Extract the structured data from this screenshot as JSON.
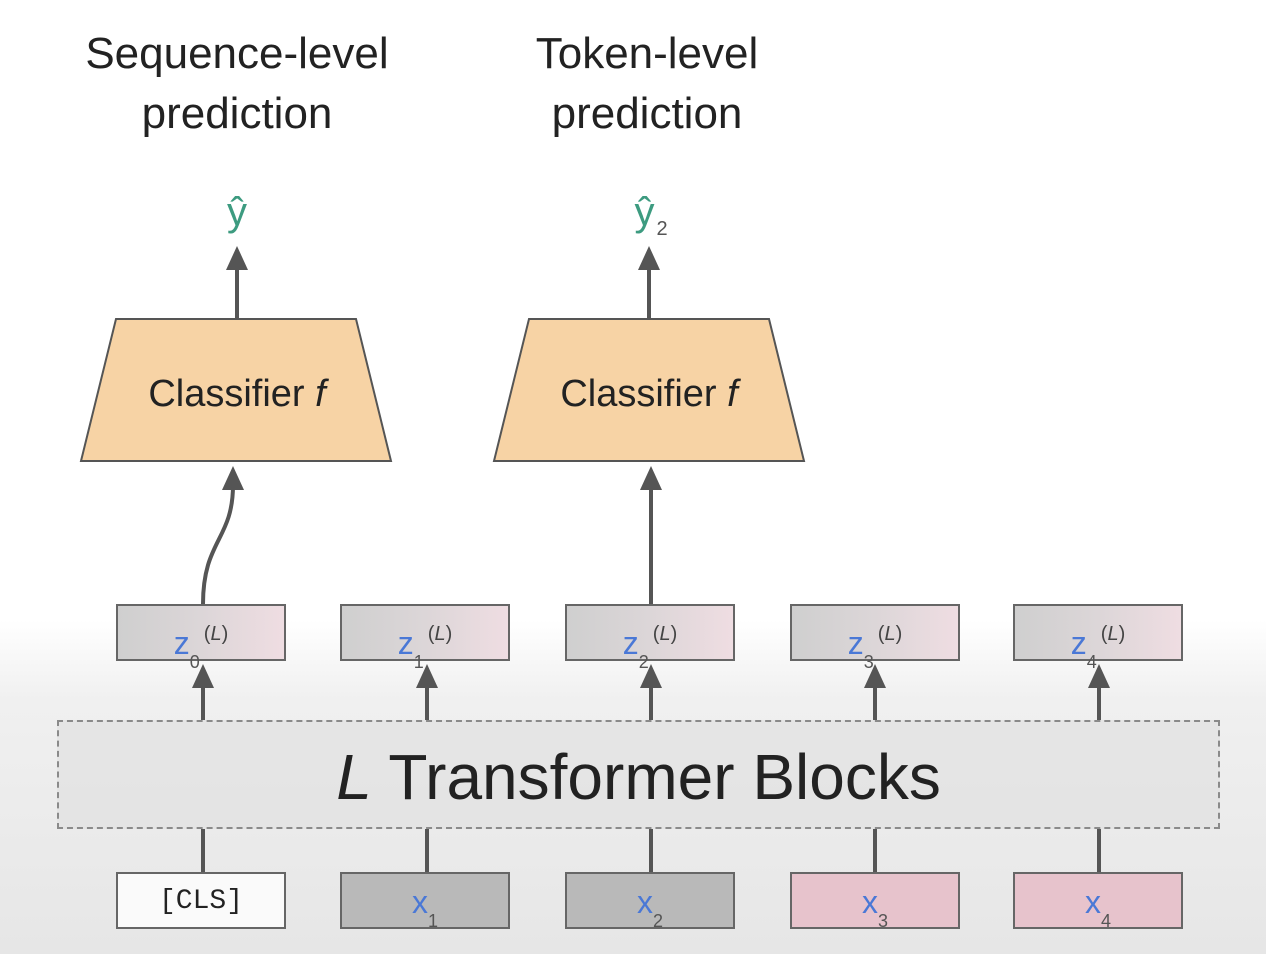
{
  "headings": {
    "sequence_line1": "Sequence-level",
    "sequence_line2": "prediction",
    "token_line1": "Token-level",
    "token_line2": "prediction"
  },
  "outputs": {
    "sequence": "ŷ",
    "token": "ŷ",
    "token_sub": "2"
  },
  "classifiers": [
    {
      "label": "Classifier ",
      "italic": "f"
    },
    {
      "label": "Classifier ",
      "italic": "f"
    }
  ],
  "z_outputs": [
    {
      "var": "z",
      "sub": "0",
      "sup": "L"
    },
    {
      "var": "z",
      "sub": "1",
      "sup": "L"
    },
    {
      "var": "z",
      "sub": "2",
      "sup": "L"
    },
    {
      "var": "z",
      "sub": "3",
      "sup": "L"
    },
    {
      "var": "z",
      "sub": "4",
      "sup": "L"
    }
  ],
  "transformer": {
    "italic": "L",
    "label": " Transformer Blocks"
  },
  "inputs": [
    {
      "text": "[CLS]"
    },
    {
      "var": "x",
      "sub": "1"
    },
    {
      "var": "x",
      "sub": "2"
    },
    {
      "var": "x",
      "sub": "3"
    },
    {
      "var": "x",
      "sub": "4"
    }
  ],
  "colors": {
    "classifier_fill": "#f7d3a5",
    "hat_color": "#3d9b80",
    "var_color": "#4a78d6",
    "token_gray": "#b9b9b9",
    "token_pink": "#e7c3cc",
    "arrow": "#555555"
  }
}
